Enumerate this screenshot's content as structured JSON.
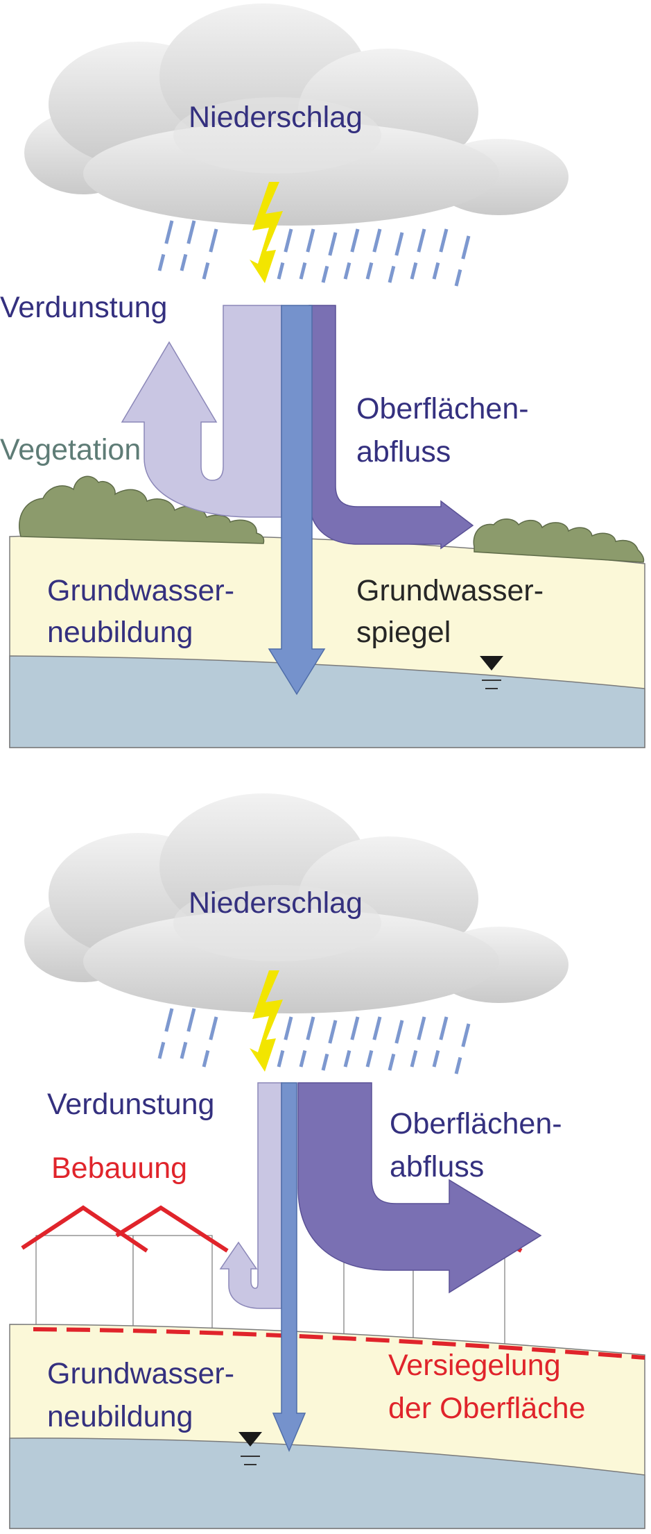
{
  "top": {
    "precipitation": "Niederschlag",
    "evaporation": "Verdunstung",
    "vegetation": "Vegetation",
    "runoff": [
      "Oberflächen-",
      "abfluss"
    ],
    "recharge": [
      "Grundwasser-",
      "neubildung"
    ],
    "groundwater_level": [
      "Grundwasser-",
      "spiegel"
    ]
  },
  "bottom": {
    "precipitation": "Niederschlag",
    "evaporation": "Verdunstung",
    "buildings": "Bebauung",
    "runoff": [
      "Oberflächen-",
      "abfluss"
    ],
    "recharge": [
      "Grundwasser-",
      "neubildung"
    ],
    "sealing": [
      "Versiegelung",
      "der Oberfläche"
    ]
  },
  "colors": {
    "cloud": "#d4d4d4",
    "rain": "#7d98cf",
    "lightning": "#f2e500",
    "evaporation_arrow": "#c9c6e3",
    "infiltration_arrow": "#7592cc",
    "runoff_arrow": "#7a70b3",
    "soil": "#fbf8d8",
    "groundwater": "#b7cbd8",
    "vegetation": "#8c9b6c",
    "roof": "#e0242b",
    "label_navy": "#34307f",
    "label_red": "#e0242b",
    "label_green": "#5e7c76"
  },
  "icons": {
    "water_table": "inverted-triangle-icon"
  }
}
